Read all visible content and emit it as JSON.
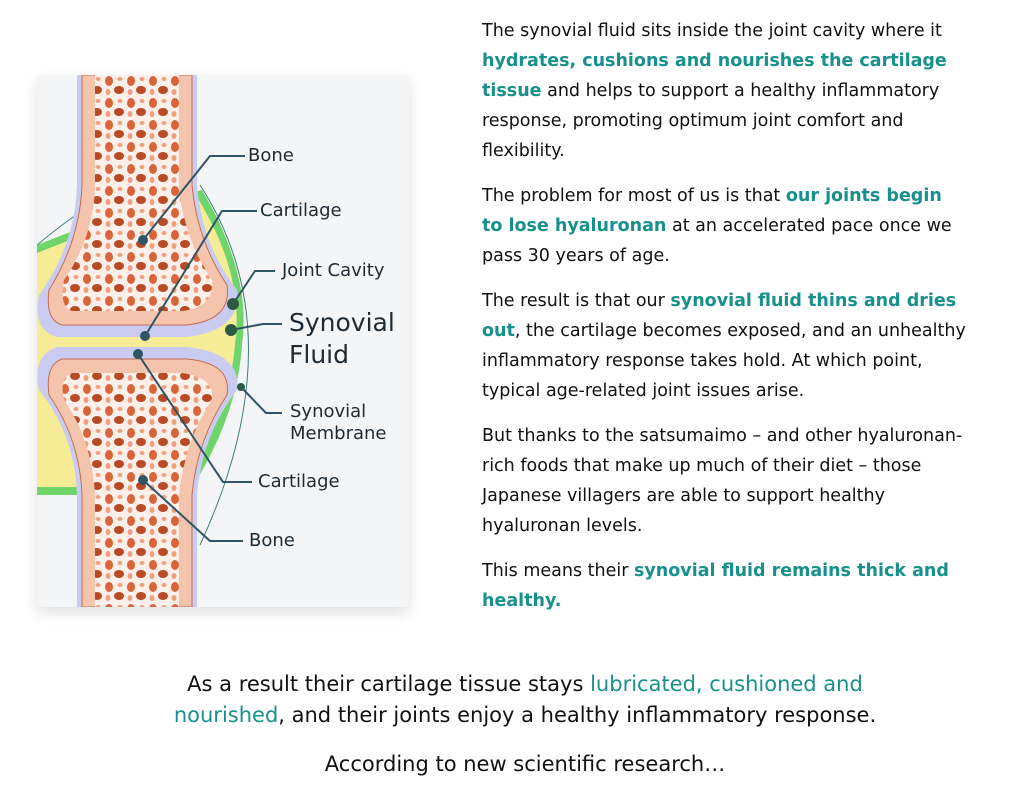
{
  "diagram": {
    "labels": {
      "bone_top": "Bone",
      "cartilage_top": "Cartilage",
      "joint_cavity": "Joint Cavity",
      "synovial_fluid_1": "Synovial",
      "synovial_fluid_2": "Fluid",
      "membrane_1": "Synovial",
      "membrane_2": "Membrane",
      "cartilage_bottom": "Cartilage",
      "bone_bottom": "Bone"
    },
    "colors": {
      "bone": "#f5c4ad",
      "marrow": "#c8532e",
      "cartilage": "#c9ccf0",
      "fluid": "#f6ec96",
      "membrane": "#6fd56a",
      "leader": "#2e5566"
    }
  },
  "paragraphs": [
    {
      "a": "The synovial fluid sits inside the joint cavity where it ",
      "b": "hydrates, cushions and nourishes the cartilage tissue",
      "c": " and helps to support a healthy inflammatory response, promoting optimum joint comfort and flexibility."
    },
    {
      "a": "The problem for most of us is that ",
      "b": "our joints begin to lose hyaluronan",
      "c": " at an accelerated pace once we pass 30 years of age."
    },
    {
      "a": "The result is that our ",
      "b": "synovial fluid thins and dries out",
      "c": ", the cartilage becomes exposed, and an unhealthy inflammatory response takes hold. At which point, typical age-related joint issues arise."
    },
    {
      "a": "But thanks to the satsumaimo – and other hyaluronan-rich foods that make up much of their diet – those Japanese villagers are able to support healthy hyaluronan levels.",
      "b": "",
      "c": ""
    },
    {
      "a": "This means their ",
      "b": "synovial fluid remains thick and healthy.",
      "c": ""
    }
  ],
  "bottom": {
    "a": "As a result their cartilage tissue stays ",
    "b": "lubricated, cushioned and nourished",
    "c": ", and their joints enjoy a healthy inflammatory response.",
    "closing": "According to new scientific research…"
  },
  "accent_color": "#18918c"
}
